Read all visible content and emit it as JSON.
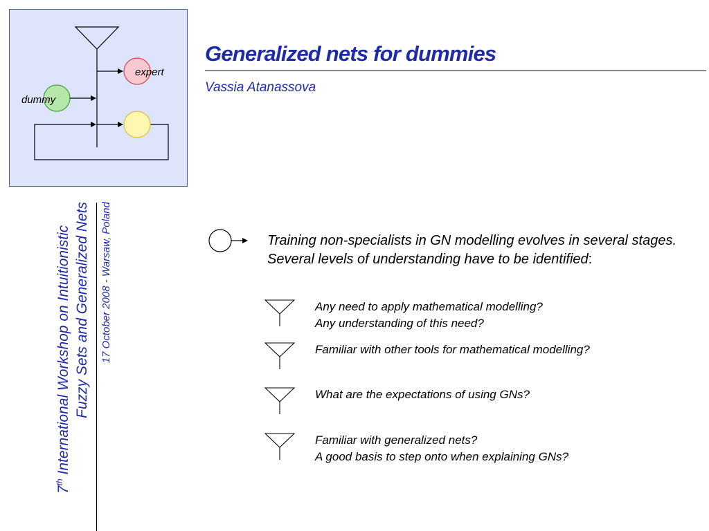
{
  "logo": {
    "expert_label": "expert",
    "dummy_label": "dummy"
  },
  "slide": {
    "title": "Generalized nets for dummies",
    "author": "Vassia Atanassova"
  },
  "sidebar": {
    "ordinal": "7",
    "ordinal_suffix": "th",
    "line1_rest": " International Workshop on Intuitionistic",
    "line2": "Fuzzy Sets and Generalized Nets",
    "date_place": "17 October 2008 - Warsaw, Poland"
  },
  "lead": {
    "text": "Training non-specialists in GN modelling evolves in several stages. Several levels of understanding have to be identified",
    "colon": ":"
  },
  "bullets": [
    {
      "line1": "Any need to apply mathematical modelling?",
      "line2": "Any understanding of this need?"
    },
    {
      "line1": "Familiar with  other tools for mathematical modelling?",
      "line2": ""
    },
    {
      "line1": "What are the expectations of using GNs?",
      "line2": ""
    },
    {
      "line1": "Familiar with generalized nets?",
      "line2": "A good basis to step onto when explaining GNs?"
    }
  ],
  "colors": {
    "accent": "#1f2aa6",
    "logo_background": "#dde4fb",
    "expert_place": "#f9c9d2",
    "dummy_place": "#b5e8a8",
    "loop_place": "#fdf7b1"
  }
}
